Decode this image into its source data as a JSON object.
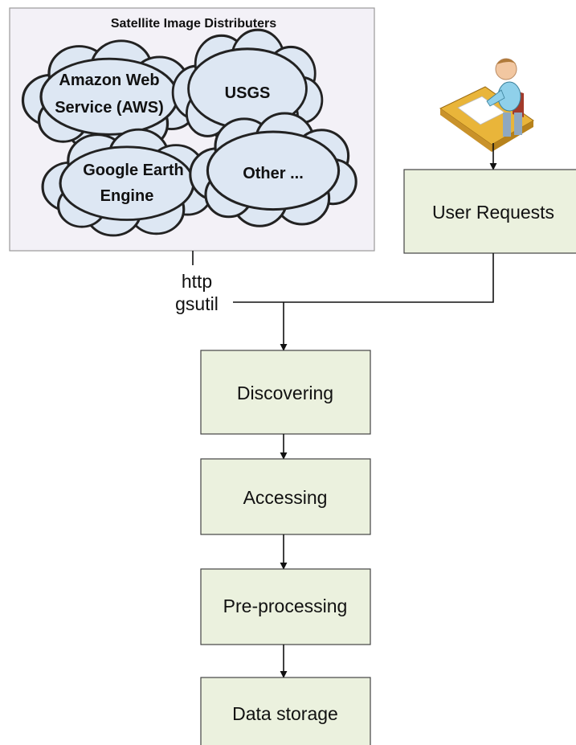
{
  "distributors": {
    "title": "Satellite Image Distributers",
    "clouds": {
      "aws": [
        "Amazon Web",
        "Service (AWS)"
      ],
      "usgs": [
        "USGS"
      ],
      "gee": [
        "Google Earth",
        "Engine"
      ],
      "other": [
        "Other ..."
      ]
    }
  },
  "protocols": {
    "http": "http",
    "gsutil": "gsutil"
  },
  "user_requests": "User Requests",
  "steps": {
    "discovering": "Discovering",
    "accessing": "Accessing",
    "preprocessing": "Pre-processing",
    "storage": "Data storage"
  },
  "colors": {
    "panel_fill": "#f3f1f7",
    "cloud_fill": "#dde7f3",
    "box_fill": "#ebf1de",
    "line": "#111111"
  },
  "icons": {
    "user": "user-at-desk-icon"
  }
}
